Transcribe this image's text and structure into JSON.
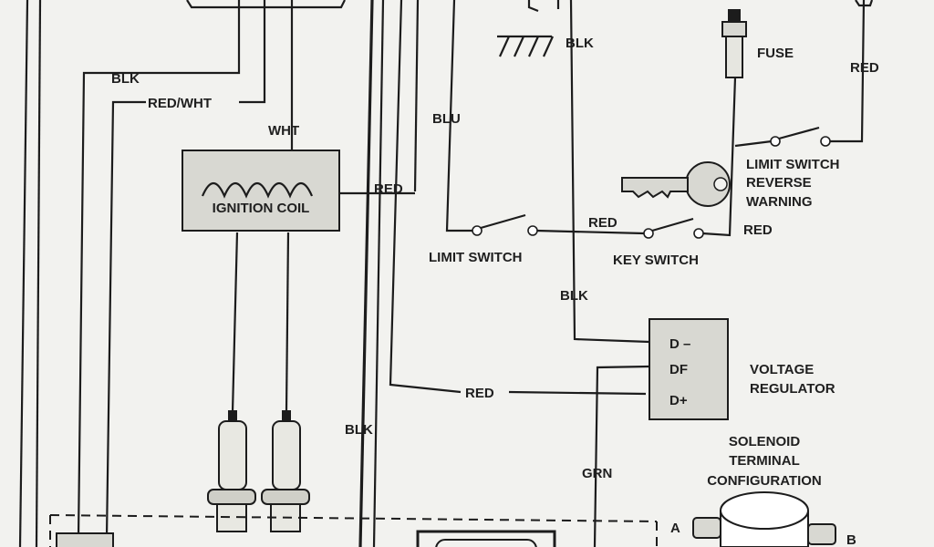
{
  "wire_labels": {
    "blk_left": "BLK",
    "red_wht": "RED/WHT",
    "wht": "WHT",
    "red_coil": "RED",
    "blk_ground": "BLK",
    "blu": "BLU",
    "fuse": "FUSE",
    "red_top_right": "RED",
    "red_switch": "RED",
    "red_key": "RED",
    "blk_regulator": "BLK",
    "red_regulator": "RED",
    "blk_center": "BLK",
    "grn": "GRN"
  },
  "components": {
    "ignition_coil": "IGNITION COIL",
    "limit_switch": "LIMIT SWITCH",
    "key_switch": "KEY SWITCH",
    "limit_switch_reverse_1": "LIMIT SWITCH",
    "limit_switch_reverse_2": "REVERSE",
    "limit_switch_reverse_3": "WARNING",
    "voltage_regulator_1": "VOLTAGE",
    "voltage_regulator_2": "REGULATOR",
    "reg_d_minus": "D –",
    "reg_df": "DF",
    "reg_d_plus": "D+",
    "solenoid_1": "SOLENOID",
    "solenoid_2": "TERMINAL",
    "solenoid_3": "CONFIGURATION",
    "terminal_a": "A",
    "terminal_b": "B"
  }
}
